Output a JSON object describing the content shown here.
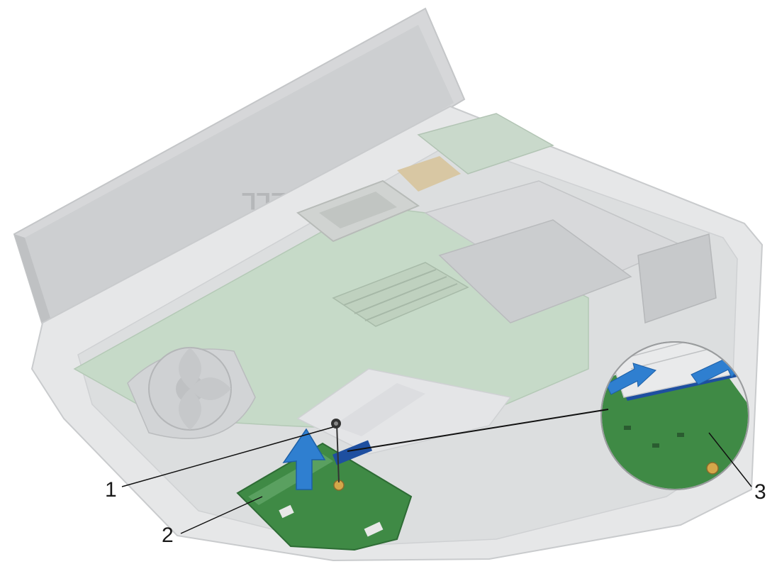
{
  "figure": {
    "logo": "DELL",
    "callouts": [
      {
        "id": "callout-1",
        "label": "1"
      },
      {
        "id": "callout-2",
        "label": "2"
      },
      {
        "id": "callout-3",
        "label": "3"
      }
    ]
  },
  "colors": {
    "chassis": "#e4e5e6",
    "chassis_edge": "#c9cbcd",
    "faded_board": "#c7dcc9",
    "io_board": "#3f8a45",
    "io_board_dark": "#2e6c35",
    "arrow": "#2f7fd0",
    "cable": "#e2e3e5",
    "leader": "#111111"
  }
}
